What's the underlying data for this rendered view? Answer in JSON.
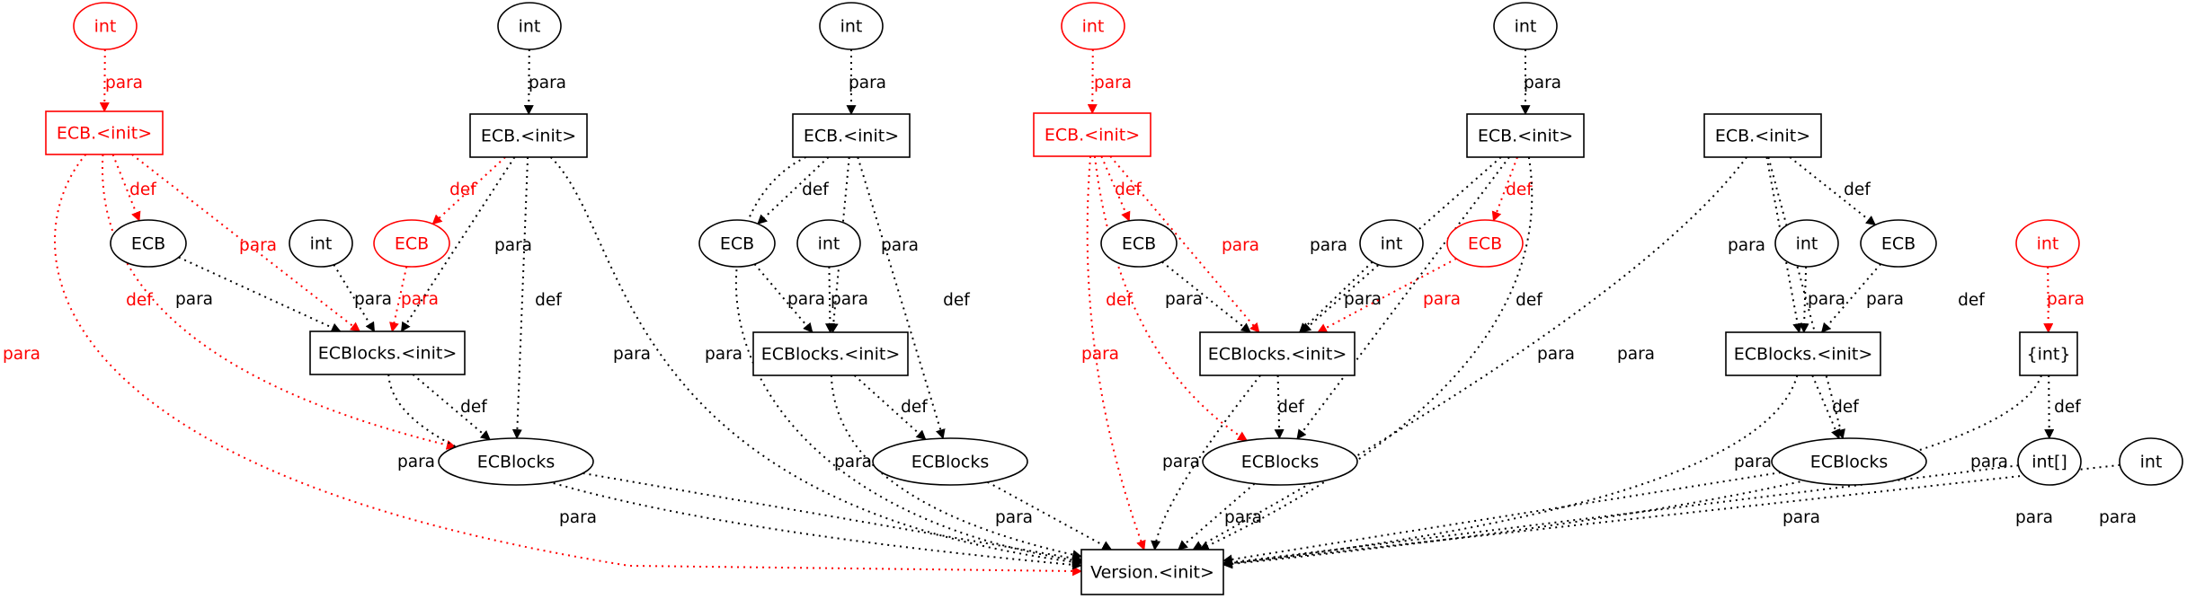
{
  "colors": {
    "normal": "#000000",
    "highlight": "#ff0000",
    "background": "#ffffff"
  },
  "nodes": [
    {
      "id": "int_r1",
      "label": "int",
      "shape": "ellipse",
      "color": "red"
    },
    {
      "id": "ecb_init_r1",
      "label": "ECB.<init>",
      "shape": "box",
      "color": "red"
    },
    {
      "id": "ecb_a",
      "label": "ECB",
      "shape": "ellipse",
      "color": "black"
    },
    {
      "id": "int_a",
      "label": "int",
      "shape": "ellipse",
      "color": "black"
    },
    {
      "id": "ecb_r_a",
      "label": "ECB",
      "shape": "ellipse",
      "color": "red"
    },
    {
      "id": "int_top2",
      "label": "int",
      "shape": "ellipse",
      "color": "black"
    },
    {
      "id": "ecb_init2",
      "label": "ECB.<init>",
      "shape": "box",
      "color": "black"
    },
    {
      "id": "ecbblocks_init_a",
      "label": "ECBlocks.<init>",
      "shape": "box",
      "color": "black"
    },
    {
      "id": "ecbblocks_a",
      "label": "ECBlocks",
      "shape": "ellipse",
      "color": "black"
    },
    {
      "id": "int_top3",
      "label": "int",
      "shape": "ellipse",
      "color": "black"
    },
    {
      "id": "ecb_init3",
      "label": "ECB.<init>",
      "shape": "box",
      "color": "black"
    },
    {
      "id": "ecb_b",
      "label": "ECB",
      "shape": "ellipse",
      "color": "black"
    },
    {
      "id": "int_b",
      "label": "int",
      "shape": "ellipse",
      "color": "black"
    },
    {
      "id": "ecbblocks_init_b",
      "label": "ECBlocks.<init>",
      "shape": "box",
      "color": "black"
    },
    {
      "id": "ecbblocks_b",
      "label": "ECBlocks",
      "shape": "ellipse",
      "color": "black"
    },
    {
      "id": "int_r4",
      "label": "int",
      "shape": "ellipse",
      "color": "red"
    },
    {
      "id": "ecb_init_r4",
      "label": "ECB.<init>",
      "shape": "box",
      "color": "red"
    },
    {
      "id": "ecb_c",
      "label": "ECB",
      "shape": "ellipse",
      "color": "black"
    },
    {
      "id": "int_c",
      "label": "int",
      "shape": "ellipse",
      "color": "black"
    },
    {
      "id": "ecb_r_c",
      "label": "ECB",
      "shape": "ellipse",
      "color": "red"
    },
    {
      "id": "int_top5",
      "label": "int",
      "shape": "ellipse",
      "color": "black"
    },
    {
      "id": "ecb_init5",
      "label": "ECB.<init>",
      "shape": "box",
      "color": "black"
    },
    {
      "id": "ecbblocks_init_c",
      "label": "ECBlocks.<init>",
      "shape": "box",
      "color": "black"
    },
    {
      "id": "ecbblocks_c",
      "label": "ECBlocks",
      "shape": "ellipse",
      "color": "black"
    },
    {
      "id": "ecb_init6",
      "label": "ECB.<init>",
      "shape": "box",
      "color": "black"
    },
    {
      "id": "int_d",
      "label": "int",
      "shape": "ellipse",
      "color": "black"
    },
    {
      "id": "ecb_d",
      "label": "ECB",
      "shape": "ellipse",
      "color": "black"
    },
    {
      "id": "ecbblocks_init_d",
      "label": "ECBlocks.<init>",
      "shape": "box",
      "color": "black"
    },
    {
      "id": "ecbblocks_d",
      "label": "ECBlocks",
      "shape": "ellipse",
      "color": "black"
    },
    {
      "id": "int_r7",
      "label": "int",
      "shape": "ellipse",
      "color": "red"
    },
    {
      "id": "intset",
      "label": "{int}",
      "shape": "box",
      "color": "black"
    },
    {
      "id": "intarr",
      "label": "int[]",
      "shape": "ellipse",
      "color": "black"
    },
    {
      "id": "int_e",
      "label": "int",
      "shape": "ellipse",
      "color": "black"
    },
    {
      "id": "version",
      "label": "Version.<init>",
      "shape": "box",
      "color": "black"
    }
  ],
  "edges": [
    {
      "from": "int_r1",
      "to": "ecb_init_r1",
      "label": "para",
      "color": "red"
    },
    {
      "from": "ecb_init_r1",
      "to": "ecb_a",
      "label": "def",
      "color": "red"
    },
    {
      "from": "ecb_init_r1",
      "to": "ecbblocks_init_a",
      "label": "para",
      "color": "red"
    },
    {
      "from": "ecb_init_r1",
      "to": "ecbblocks_a",
      "label": "def",
      "color": "red"
    },
    {
      "from": "ecb_init_r1",
      "to": "version",
      "label": "para",
      "color": "red"
    },
    {
      "from": "int_top2",
      "to": "ecb_init2",
      "label": "para",
      "color": "black"
    },
    {
      "from": "ecb_init2",
      "to": "ecb_r_a",
      "label": "def",
      "color": "red"
    },
    {
      "from": "ecb_init2",
      "to": "ecbblocks_init_a",
      "label": "para",
      "color": "black"
    },
    {
      "from": "ecb_init2",
      "to": "ecbblocks_a",
      "label": "def",
      "color": "black"
    },
    {
      "from": "ecb_init2",
      "to": "version",
      "label": "para",
      "color": "black"
    },
    {
      "from": "ecb_a",
      "to": "ecbblocks_init_a",
      "label": "para",
      "color": "black"
    },
    {
      "from": "int_a",
      "to": "ecbblocks_init_a",
      "label": "para",
      "color": "black"
    },
    {
      "from": "ecb_r_a",
      "to": "ecbblocks_init_a",
      "label": "para",
      "color": "red"
    },
    {
      "from": "ecbblocks_init_a",
      "to": "ecbblocks_a",
      "label": "def",
      "color": "black"
    },
    {
      "from": "ecbblocks_init_a",
      "to": "version",
      "label": "para",
      "color": "black"
    },
    {
      "from": "ecbblocks_a",
      "to": "version",
      "label": "para",
      "color": "black"
    },
    {
      "from": "int_top3",
      "to": "ecb_init3",
      "label": "para",
      "color": "black"
    },
    {
      "from": "ecb_init3",
      "to": "ecb_b",
      "label": "def",
      "color": "black"
    },
    {
      "from": "ecb_init3",
      "to": "ecbblocks_init_b",
      "label": "para",
      "color": "black"
    },
    {
      "from": "ecb_init3",
      "to": "ecbblocks_b",
      "label": "def",
      "color": "black"
    },
    {
      "from": "ecb_init3",
      "to": "version",
      "label": "para",
      "color": "black"
    },
    {
      "from": "ecb_b",
      "to": "ecbblocks_init_b",
      "label": "para",
      "color": "black"
    },
    {
      "from": "int_b",
      "to": "ecbblocks_init_b",
      "label": "para",
      "color": "black"
    },
    {
      "from": "ecbblocks_init_b",
      "to": "ecbblocks_b",
      "label": "def",
      "color": "black"
    },
    {
      "from": "ecbblocks_init_b",
      "to": "version",
      "label": "para",
      "color": "black"
    },
    {
      "from": "ecbblocks_b",
      "to": "version",
      "label": "para",
      "color": "black"
    },
    {
      "from": "int_r4",
      "to": "ecb_init_r4",
      "label": "para",
      "color": "red"
    },
    {
      "from": "ecb_init_r4",
      "to": "ecb_c",
      "label": "def",
      "color": "red"
    },
    {
      "from": "ecb_init_r4",
      "to": "ecbblocks_init_c",
      "label": "para",
      "color": "red"
    },
    {
      "from": "ecb_init_r4",
      "to": "ecbblocks_c",
      "label": "def",
      "color": "red"
    },
    {
      "from": "ecb_init_r4",
      "to": "version",
      "label": "para",
      "color": "red"
    },
    {
      "from": "int_top5",
      "to": "ecb_init5",
      "label": "para",
      "color": "black"
    },
    {
      "from": "ecb_init5",
      "to": "ecb_r_c",
      "label": "def",
      "color": "red"
    },
    {
      "from": "ecb_init5",
      "to": "ecbblocks_init_c",
      "label": "para",
      "color": "black"
    },
    {
      "from": "ecb_init5",
      "to": "ecbblocks_c",
      "label": "def",
      "color": "black"
    },
    {
      "from": "ecb_init5",
      "to": "version",
      "label": "para",
      "color": "black"
    },
    {
      "from": "ecb_c",
      "to": "ecbblocks_init_c",
      "label": "para",
      "color": "black"
    },
    {
      "from": "int_c",
      "to": "ecbblocks_init_c",
      "label": "para",
      "color": "black"
    },
    {
      "from": "ecb_r_c",
      "to": "ecbblocks_init_c",
      "label": "para",
      "color": "red"
    },
    {
      "from": "ecbblocks_init_c",
      "to": "ecbblocks_c",
      "label": "def",
      "color": "black"
    },
    {
      "from": "ecbblocks_init_c",
      "to": "version",
      "label": "para",
      "color": "black"
    },
    {
      "from": "ecbblocks_c",
      "to": "version",
      "label": "para",
      "color": "black"
    },
    {
      "from": "ecb_init6",
      "to": "ecb_d",
      "label": "def",
      "color": "black"
    },
    {
      "from": "ecb_init6",
      "to": "ecbblocks_init_d",
      "label": "para",
      "color": "black"
    },
    {
      "from": "ecb_init6",
      "to": "ecbblocks_d",
      "label": "def",
      "color": "black"
    },
    {
      "from": "ecb_init6",
      "to": "version",
      "label": "para",
      "color": "black"
    },
    {
      "from": "int_d",
      "to": "ecbblocks_init_d",
      "label": "para",
      "color": "black"
    },
    {
      "from": "ecb_d",
      "to": "ecbblocks_init_d",
      "label": "para",
      "color": "black"
    },
    {
      "from": "ecbblocks_init_d",
      "to": "ecbblocks_d",
      "label": "def",
      "color": "black"
    },
    {
      "from": "ecbblocks_init_d",
      "to": "version",
      "label": "para",
      "color": "black"
    },
    {
      "from": "ecbblocks_d",
      "to": "version",
      "label": "para",
      "color": "black"
    },
    {
      "from": "int_r7",
      "to": "intset",
      "label": "para",
      "color": "red"
    },
    {
      "from": "intset",
      "to": "intarr",
      "label": "def",
      "color": "black"
    },
    {
      "from": "intset",
      "to": "version",
      "label": "para",
      "color": "black"
    },
    {
      "from": "intarr",
      "to": "version",
      "label": "para",
      "color": "black"
    },
    {
      "from": "int_e",
      "to": "version",
      "label": "para",
      "color": "black"
    }
  ]
}
